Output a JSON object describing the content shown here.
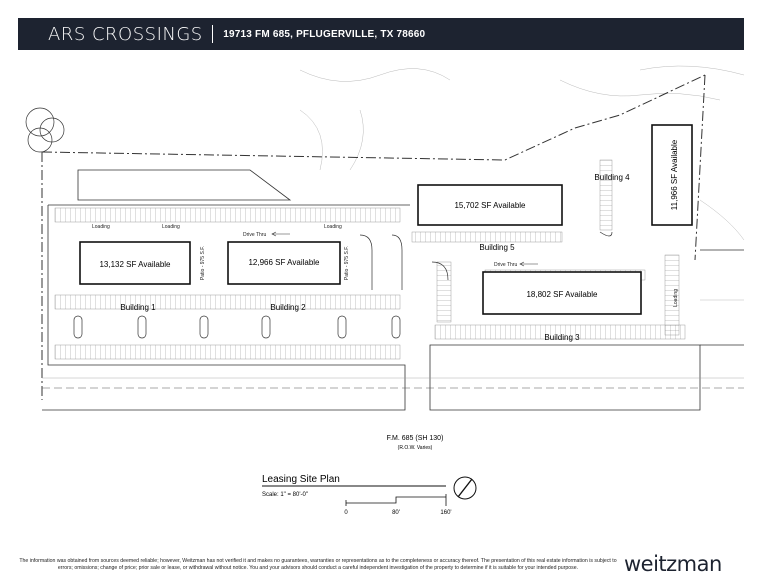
{
  "header": {
    "title": "ARS CROSSINGS",
    "address": "19713 FM 685, PFLUGERVILLE, TX 78660"
  },
  "buildings": [
    {
      "name": "Building 1",
      "available": "13,132 SF Available"
    },
    {
      "name": "Building 2",
      "available": "12,966 SF Available"
    },
    {
      "name": "Building 3",
      "available": "18,802 SF Available"
    },
    {
      "name": "Building 4",
      "available": "11,966 SF Available"
    },
    {
      "name": "Building 5",
      "available": "15,702 SF Available"
    }
  ],
  "site_labels": {
    "loading": "Loading",
    "drive_thru": "Drive Thru",
    "patio": "Patio - 975 S.F."
  },
  "road": {
    "name": "F.M. 685  (SH 130)",
    "row": "(R.O.W. Varies)"
  },
  "legend": {
    "title": "Leasing Site Plan",
    "scale": "Scale: 1\" = 80'-0\"",
    "ticks": [
      "0",
      "80'",
      "160'"
    ]
  },
  "footer": {
    "disclaimer": "The information was obtained from sources deemed reliable; however, Weitzman has not verified it and makes no guarantees, warranties or representations as to the completeness or accuracy thereof. The presentation of this real estate information is subject to errors; omissions; change of price; prior sale or lease, or withdrawal without notice. You and your advisors should conduct a careful independent investigation of the property to determine if it is suitable for your intended purpose.",
    "logo": "weitzman"
  },
  "colors": {
    "header_bg": "#1d2330",
    "line": "#333333"
  }
}
